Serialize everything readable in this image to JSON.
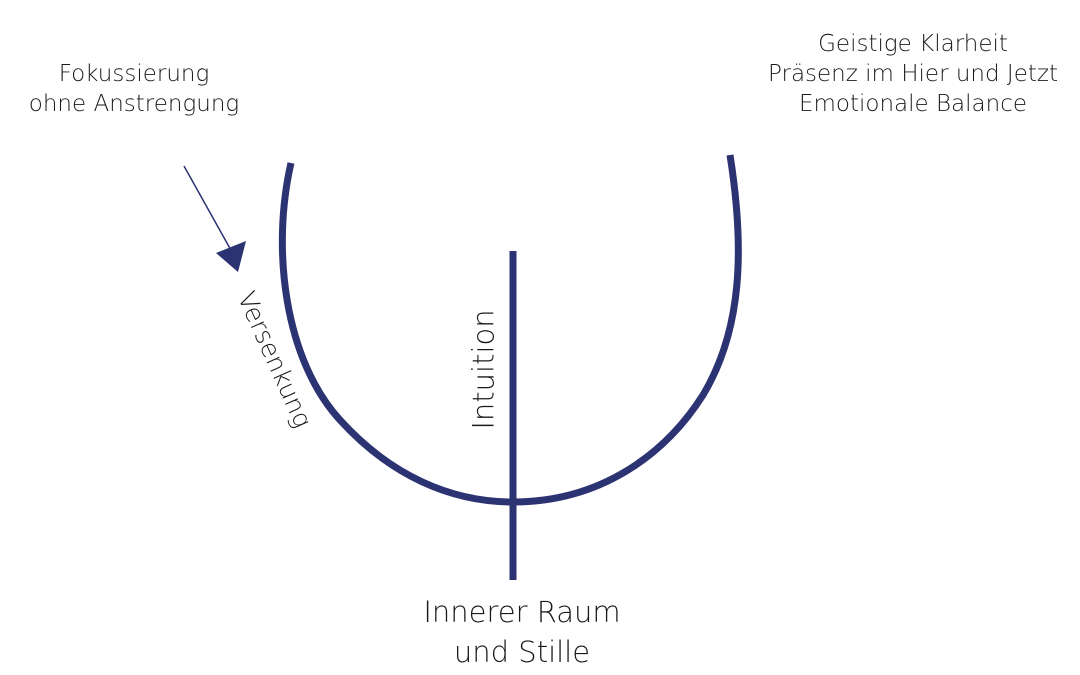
{
  "labels": {
    "focus": [
      "Fokussierung",
      "ohne Anstrengung"
    ],
    "outcomes": [
      "Geistige Klarheit",
      "Präsenz im Hier und Jetzt",
      "Emotionale Balance"
    ],
    "descent": "Versenkung",
    "intuition": "Intuition",
    "inner_space": [
      "Innerer Raum",
      "und Stille"
    ]
  },
  "colors": {
    "stroke": "#2b3372",
    "text": "#1a1a1a"
  },
  "icons": {
    "arrow": "arrow-down-right-icon"
  }
}
